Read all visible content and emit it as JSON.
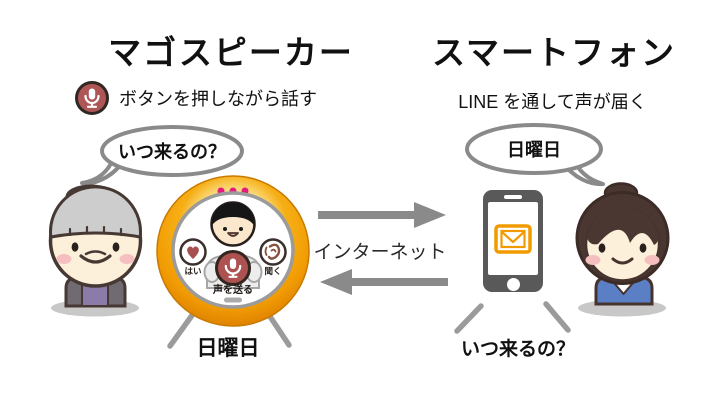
{
  "left_panel": {
    "title": "マゴスピーカー",
    "subtitle": "ボタンを押しながら話す",
    "bubble_text": "いつ来るの？",
    "voice_output_text": "日曜日",
    "device": {
      "button_yes_label": "はい",
      "button_listen_label": "聞く",
      "button_send_label": "声を送る"
    }
  },
  "right_panel": {
    "title": "スマートフォン",
    "subtitle": "LINE を通して声が届く",
    "bubble_text": "日曜日",
    "voice_output_text": "いつ来るの？"
  },
  "center": {
    "internet_label": "インターネット"
  },
  "icons": {
    "mic": "mic-icon",
    "heart": "heart-icon",
    "ear": "ear-icon",
    "mail": "mail-icon",
    "arrow_right": "arrow-right-icon",
    "arrow_left": "arrow-left-icon",
    "record_dots": "record-dots-icon"
  },
  "colors": {
    "ring_orange": "#f5a616",
    "ring_highlight": "#fdeab2",
    "mic_red": "#ad5151",
    "dot_pink": "#e51a7d",
    "mail_orange": "#f29b00",
    "gray_lines": "#8f8f8f",
    "phone_body": "#595959",
    "grandma_coat": "#6f6b70",
    "grandma_apron": "#8a7ba8",
    "woman_blue": "#5b7fc4"
  }
}
